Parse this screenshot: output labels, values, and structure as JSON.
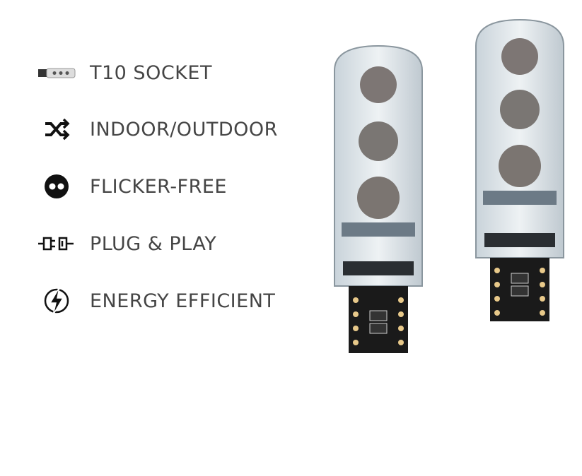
{
  "features": [
    {
      "label": "T10 SOCKET",
      "icon": "t10-bulb-icon"
    },
    {
      "label": "INDOOR/OUTDOOR",
      "icon": "shuffle-icon"
    },
    {
      "label": "FLICKER-FREE",
      "icon": "flicker-free-icon"
    },
    {
      "label": "PLUG & PLAY",
      "icon": "plug-icon"
    },
    {
      "label": "ENERGY EFFICIENT",
      "icon": "lightning-icon"
    }
  ],
  "colors": {
    "text": "#454545",
    "icon": "#111111",
    "pcb": "#1a1a1a",
    "pad": "#e8c98a"
  }
}
